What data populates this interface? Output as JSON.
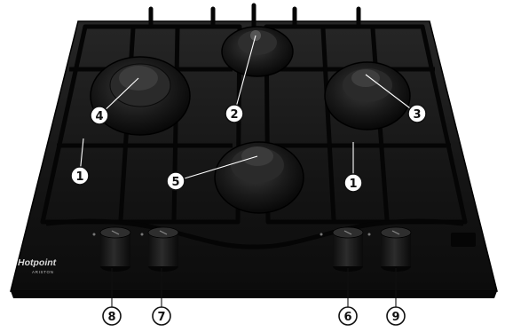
{
  "figure": {
    "subject": "hotpoint-ariston-gas-hob",
    "brand": {
      "name": "Hotpoint",
      "subname": "ARISTON"
    },
    "colors": {
      "hob": "#161616",
      "grate": "#0a0a0a",
      "burner": "#202020",
      "callout_fill": "#ffffff",
      "callout_stroke": "#111111",
      "background": "#ffffff"
    },
    "callouts": [
      {
        "id": "burner-left",
        "label": "4"
      },
      {
        "id": "burner-top",
        "label": "2"
      },
      {
        "id": "burner-right",
        "label": "3"
      },
      {
        "id": "grate-left",
        "label": "1"
      },
      {
        "id": "burner-center",
        "label": "5"
      },
      {
        "id": "grate-right",
        "label": "1"
      },
      {
        "id": "knob-1",
        "label": "8"
      },
      {
        "id": "knob-2",
        "label": "7"
      },
      {
        "id": "knob-3",
        "label": "6"
      },
      {
        "id": "knob-4",
        "label": "9"
      }
    ]
  }
}
